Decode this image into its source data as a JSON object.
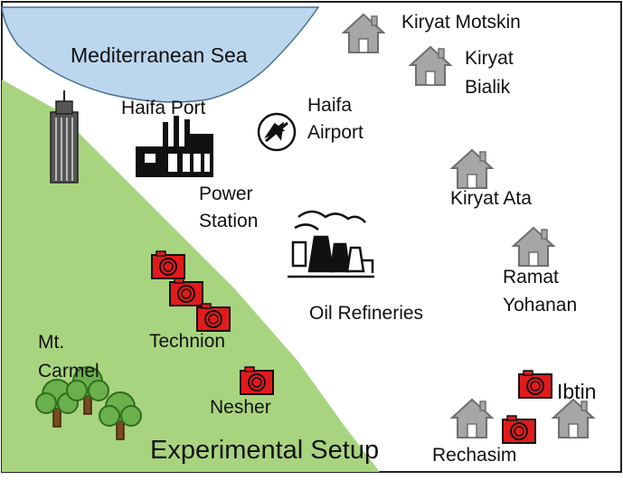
{
  "title": "Experimental Setup",
  "places": {
    "sea": "Mediterranean Sea",
    "port": "Haifa Port",
    "airport_line1": "Haifa",
    "airport_line2": "Airport",
    "power_line1": "Power",
    "power_line2": "Station",
    "refineries": "Oil Refineries",
    "kiryat_motskin": "Kiryat Motskin",
    "kiryat_bialik_line1": "Kiryat",
    "kiryat_bialik_line2": "Bialik",
    "kiryat_ata": "Kiryat Ata",
    "ramat_line1": "Ramat",
    "ramat_line2": "Yohanan",
    "technion": "Technion",
    "carmel_line1": "Mt.",
    "carmel_line2": "Carmel",
    "nesher": "Nesher",
    "ibtin": "Ibtin",
    "rechasim": "Rechasim"
  },
  "icons": {
    "house": "house-icon",
    "camera": "camera-icon",
    "factory": "factory-icon",
    "airplane": "airplane-icon",
    "refinery": "refinery-icon",
    "skyscraper": "skyscraper-icon",
    "trees": "tree-icon"
  },
  "colors": {
    "sea": "#bcd6ee",
    "land_green": "#a9d47f",
    "house": "#a6a6a6",
    "camera": "#e31a1c"
  }
}
